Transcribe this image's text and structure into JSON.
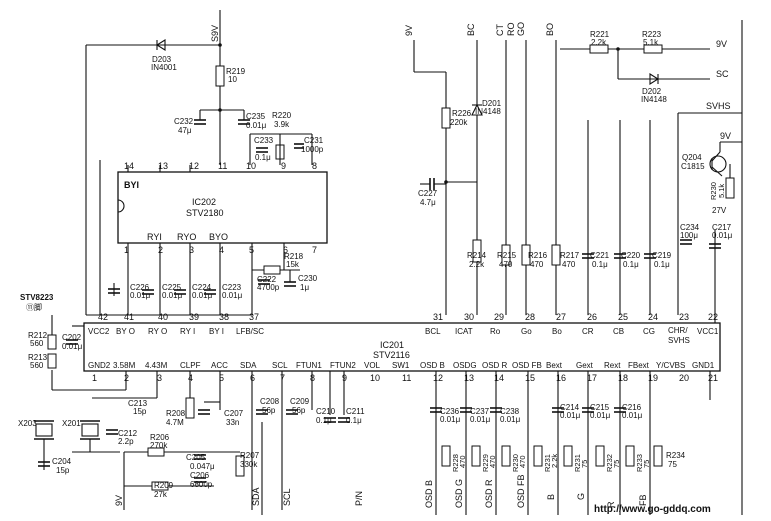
{
  "ic202": {
    "ref": "IC202",
    "part": "STV2180",
    "inner_labels": [
      "BYI",
      "RYI",
      "RYO",
      "BYO"
    ],
    "pins_top": [
      "14",
      "13",
      "12",
      "11",
      "10",
      "9",
      "8"
    ],
    "pins_bottom": [
      "1",
      "2",
      "3",
      "4",
      "5",
      "6",
      "7"
    ]
  },
  "ic201": {
    "ref": "IC201",
    "part": "STV2116",
    "top_pins": [
      {
        "num": "42",
        "name": "VCC2"
      },
      {
        "num": "41",
        "name": "BY O"
      },
      {
        "num": "40",
        "name": "RY O"
      },
      {
        "num": "39",
        "name": "RY I"
      },
      {
        "num": "38",
        "name": "BY I"
      },
      {
        "num": "37",
        "name": "LFB/SC"
      },
      {
        "num": "31",
        "name": "BCL"
      },
      {
        "num": "30",
        "name": "ICAT"
      },
      {
        "num": "29",
        "name": "Ro"
      },
      {
        "num": "28",
        "name": "Go"
      },
      {
        "num": "27",
        "name": "Bo"
      },
      {
        "num": "26",
        "name": "CR"
      },
      {
        "num": "25",
        "name": "CB"
      },
      {
        "num": "24",
        "name": "CG"
      },
      {
        "num": "23",
        "name": "CHR/"
      },
      {
        "num": "22",
        "name": "VCC1"
      }
    ],
    "top_pin_extra": "SVHS",
    "bottom_pins": [
      {
        "num": "1",
        "name": "GND2"
      },
      {
        "num": "2",
        "name": "3.58M"
      },
      {
        "num": "3",
        "name": "4.43M"
      },
      {
        "num": "4",
        "name": "CLPF"
      },
      {
        "num": "5",
        "name": "ACC"
      },
      {
        "num": "6",
        "name": "SDA"
      },
      {
        "num": "7",
        "name": "SCL"
      },
      {
        "num": "8",
        "name": "FTUN1"
      },
      {
        "num": "9",
        "name": "FTUN2"
      },
      {
        "num": "10",
        "name": "VOL"
      },
      {
        "num": "11",
        "name": "SW1"
      },
      {
        "num": "12",
        "name": "OSD B"
      },
      {
        "num": "13",
        "name": "OSDG"
      },
      {
        "num": "14",
        "name": "OSD R"
      },
      {
        "num": "15",
        "name": "OSD FB"
      },
      {
        "num": "16",
        "name": "Bext"
      },
      {
        "num": "17",
        "name": "Gext"
      },
      {
        "num": "18",
        "name": "Rext"
      },
      {
        "num": "19",
        "name": "FBext"
      },
      {
        "num": "20",
        "name": "Y/CVBS"
      },
      {
        "num": "21",
        "name": "GND1"
      }
    ]
  },
  "top_signals": [
    "S9V",
    "9V",
    "BC",
    "CT",
    "RO",
    "GO",
    "BO"
  ],
  "rails": {
    "r1": "9V",
    "r2": "SC",
    "r3": "SVHS",
    "r4": "9V"
  },
  "diodes": [
    {
      "ref": "D203",
      "part": "IN4001"
    },
    {
      "ref": "D201",
      "part": "IN4148"
    },
    {
      "ref": "D202",
      "part": "IN4148"
    }
  ],
  "transistor": {
    "ref": "Q204",
    "part": "C1815",
    "emitter_v": "27V"
  },
  "connector": {
    "ref": "STV8223",
    "pin": "⑪脚"
  },
  "resistors": {
    "R219": [
      "R219",
      "10"
    ],
    "R220": [
      "R220",
      "3.9k"
    ],
    "R218": [
      "R218",
      "15k"
    ],
    "R226": [
      "R226",
      "220k"
    ],
    "R221": [
      "R221",
      "2.2k"
    ],
    "R223": [
      "R223",
      "5.1k"
    ],
    "R230": [
      "R230",
      "5.1k"
    ],
    "R214": [
      "R214",
      "2.2k"
    ],
    "R215": [
      "R215",
      "470"
    ],
    "R216": [
      "R216",
      "470"
    ],
    "R217": [
      "R217",
      "470"
    ],
    "R212": [
      "R212",
      "560"
    ],
    "R213": [
      "R213",
      "560"
    ],
    "R208": [
      "R208",
      "4.7M"
    ],
    "R206": [
      "R206",
      "270k"
    ],
    "R209": [
      "R209",
      "27k"
    ],
    "R207": [
      "R207",
      "330k"
    ],
    "R228": [
      "R228",
      "470"
    ],
    "R229": [
      "R229",
      "470"
    ],
    "R230b": [
      "R230",
      "470"
    ],
    "R231": [
      "R231",
      "2.2k"
    ],
    "R231b": [
      "R231",
      "75"
    ],
    "R232": [
      "R232",
      "75"
    ],
    "R233": [
      "R233",
      "75"
    ],
    "R234": [
      "R234",
      "75"
    ]
  },
  "capacitors": {
    "C232": [
      "C232",
      "47μ"
    ],
    "C235": [
      "C235",
      "0.01μ"
    ],
    "C233": [
      "C233",
      "0.1μ"
    ],
    "C231": [
      "C231",
      "1000p"
    ],
    "C226": [
      "C226",
      "0.01μ"
    ],
    "C225": [
      "C225",
      "0.01μ"
    ],
    "C224": [
      "C224",
      "0.01μ"
    ],
    "C223": [
      "C223",
      "0.01μ"
    ],
    "C222": [
      "C222",
      "4700p"
    ],
    "C230": [
      "C230",
      "1μ"
    ],
    "C227": [
      "C227",
      "4.7μ"
    ],
    "C221": [
      "C221",
      "0.1μ"
    ],
    "C220": [
      "C220",
      "0.1μ"
    ],
    "C219": [
      "C219",
      "0.1μ"
    ],
    "C234": [
      "C234",
      "100μ"
    ],
    "C217": [
      "C217",
      "0.01μ"
    ],
    "C202": [
      "C202",
      "0.01μ"
    ],
    "C213": [
      "C213",
      "15p"
    ],
    "C212": [
      "C212",
      "2.2p"
    ],
    "C204": [
      "C204",
      "15p"
    ],
    "C207": [
      "C207",
      "33n"
    ],
    "C208": [
      "C208",
      "56p"
    ],
    "C209": [
      "C209",
      "56p"
    ],
    "C210": [
      "C210",
      "0.1μ"
    ],
    "C211": [
      "C211",
      "0.1μ"
    ],
    "C205": [
      "C205",
      "0.047μ"
    ],
    "C206": [
      "C206",
      "6800p"
    ],
    "C236": [
      "C236",
      "0.01μ"
    ],
    "C237": [
      "C237",
      "0.01μ"
    ],
    "C238": [
      "C238",
      "0.01μ"
    ],
    "C214": [
      "C214",
      "0.01μ"
    ],
    "C215": [
      "C215",
      "0.01μ"
    ],
    "C216": [
      "C216",
      "0.01μ"
    ]
  },
  "crystals": {
    "X203": "X203",
    "X201": "X201"
  },
  "bottom_labels": [
    "9V",
    "SDA",
    "SCL",
    "P/N",
    "OSD B",
    "OSD G",
    "OSD R",
    "OSD FB",
    "B",
    "G",
    "R",
    "FB"
  ],
  "watermark": "http://www.go-gddq.com"
}
